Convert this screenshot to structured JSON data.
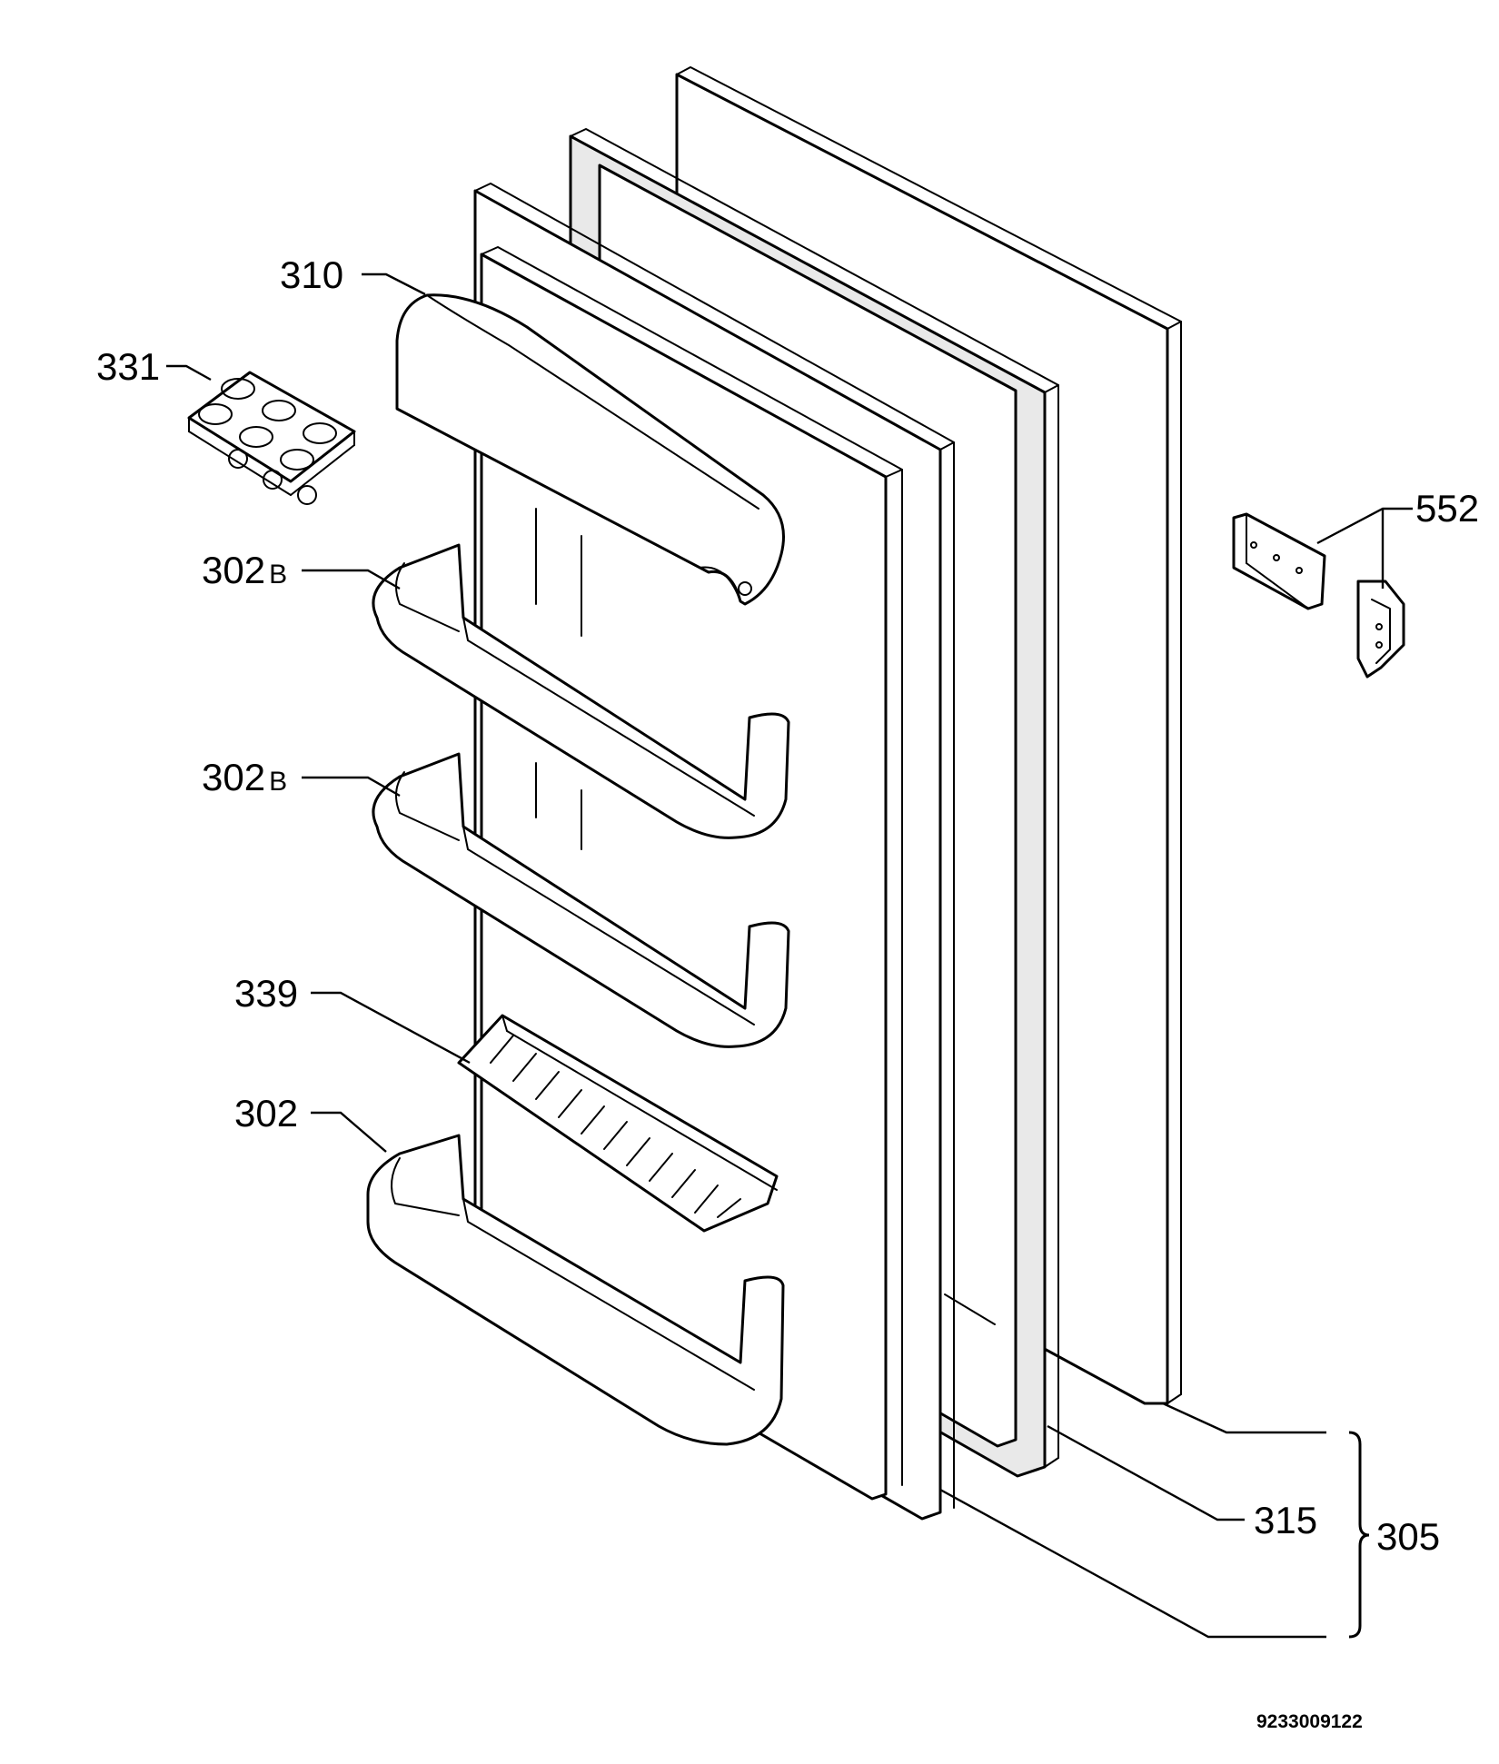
{
  "labels": {
    "p310": "310",
    "p331": "331",
    "p302b_upper_num": "302",
    "p302b_upper_suffix": "B",
    "p302b_lower_num": "302",
    "p302b_lower_suffix": "B",
    "p339": "339",
    "p302": "302",
    "p552": "552",
    "p315": "315",
    "p305": "305"
  },
  "document_number": "9233009122"
}
